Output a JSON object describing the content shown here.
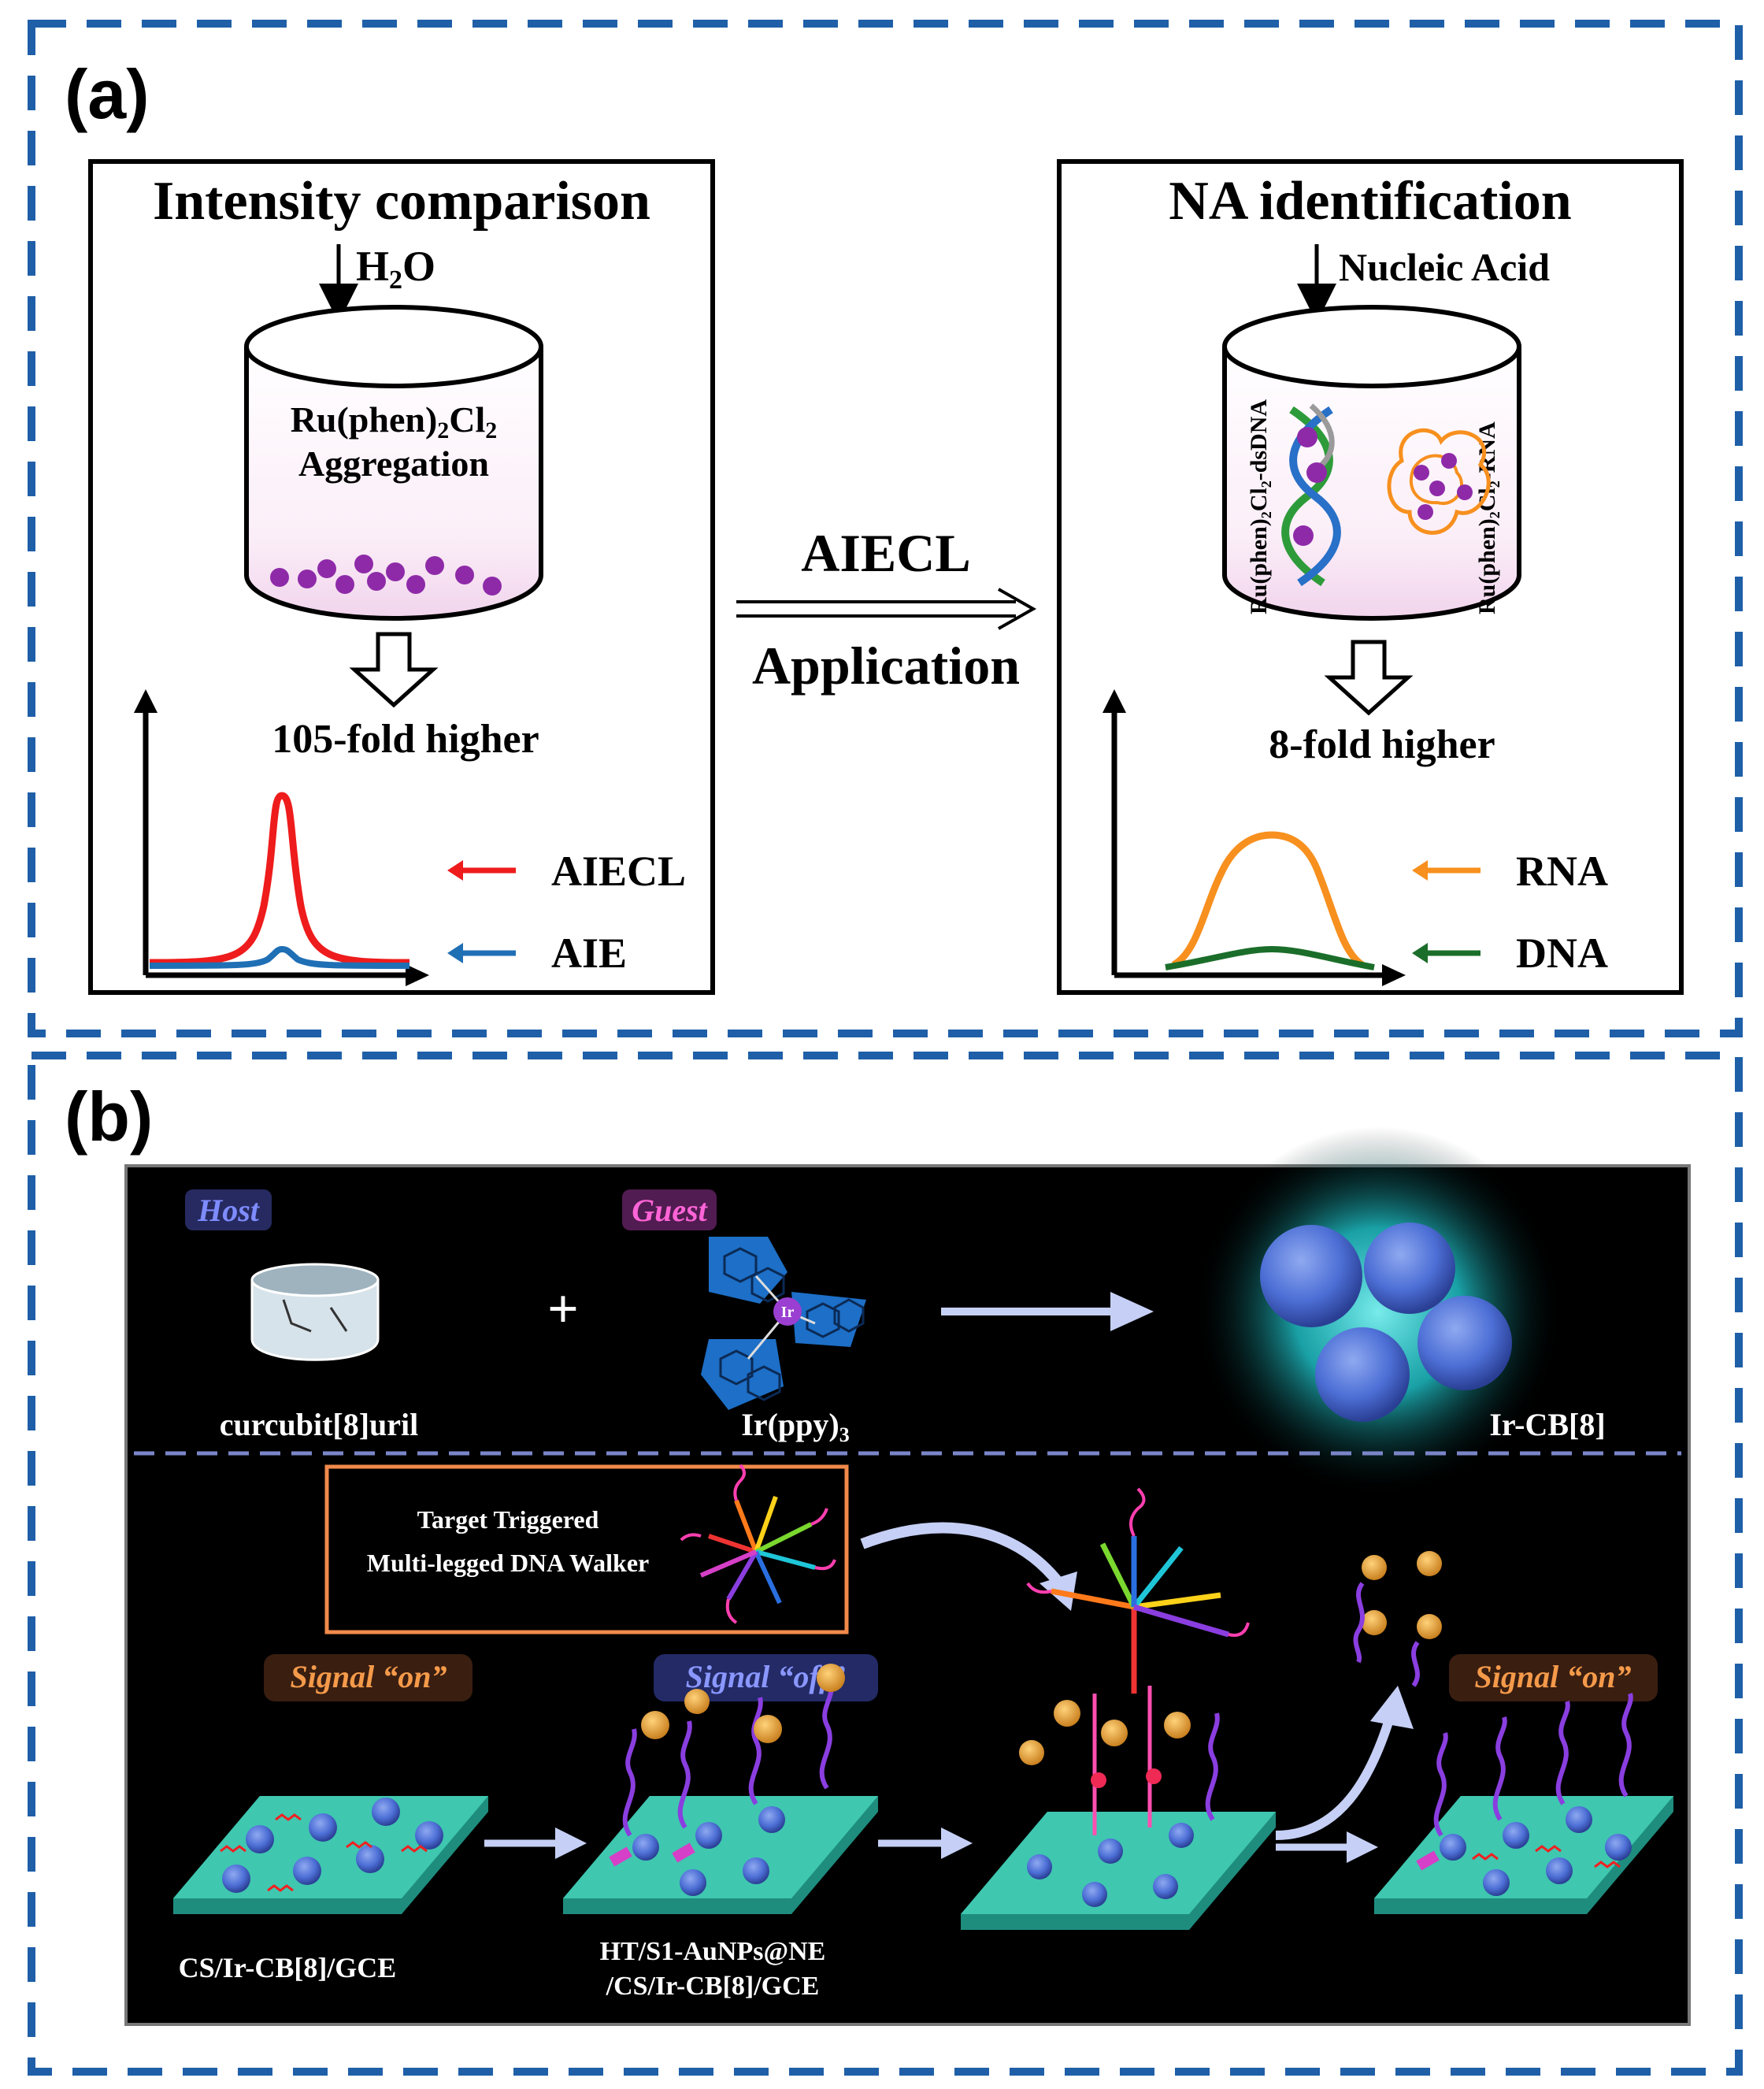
{
  "panel_a": {
    "label": "(a)",
    "left_box": {
      "title": "Intensity comparison",
      "input": "H",
      "input_sub": "2",
      "input_tail": "O",
      "vessel_line1_a": "Ru(phen)",
      "vessel_line1_sub": "2",
      "vessel_line1_b": "Cl",
      "vessel_line1_sub2": "2",
      "vessel_line2": "Aggregation",
      "result": "105-fold higher",
      "legend": [
        {
          "label": "AIECL",
          "color": "#ee1c1c"
        },
        {
          "label": "AIE",
          "color": "#1f6fb5"
        }
      ]
    },
    "middle": {
      "top": "AIECL",
      "bottom": "Application"
    },
    "right_box": {
      "title": "NA identification",
      "input": "Nucleic Acid",
      "vessel_left_label": "Ru(phen)₂Cl₂-dsDNA",
      "vessel_right_label": "Ru(phen)₂Cl₂-RNA",
      "result": "8-fold higher",
      "legend": [
        {
          "label": "RNA",
          "color": "#f7901e"
        },
        {
          "label": "DNA",
          "color": "#1b6e2a"
        }
      ]
    }
  },
  "panel_b": {
    "label": "(b)",
    "host_tag": "Host",
    "guest_tag": "Guest",
    "plus": "+",
    "host_name": "curcubit[8]uril",
    "guest_name": "Ir(ppy)",
    "guest_name_sub": "3",
    "ir_label": "Ir",
    "product_name": "Ir-CB[8]",
    "walker_line1": "Target Triggered",
    "walker_line2": "Multi-legged DNA Walker",
    "signal_on_1": "Signal “on”",
    "signal_off": "Signal “off”",
    "signal_on_2": "Signal “on”",
    "electrode_1": "CS/Ir-CB[8]/GCE",
    "electrode_2_line1": "HT/S1-AuNPs@NE",
    "electrode_2_line2": "/CS/Ir-CB[8]/GCE"
  },
  "colors": {
    "dash_border": "#1f5fa8",
    "aiecl_peak": "#ee1c1c",
    "aie_peak": "#1f6fb5",
    "rna_peak": "#f7901e",
    "dna_peak": "#1b6e2a",
    "electrode": "#3fc7b0",
    "aunp": "#e8a33b",
    "walker_box": "#f08a4b",
    "glow": "#2ee6e6"
  }
}
